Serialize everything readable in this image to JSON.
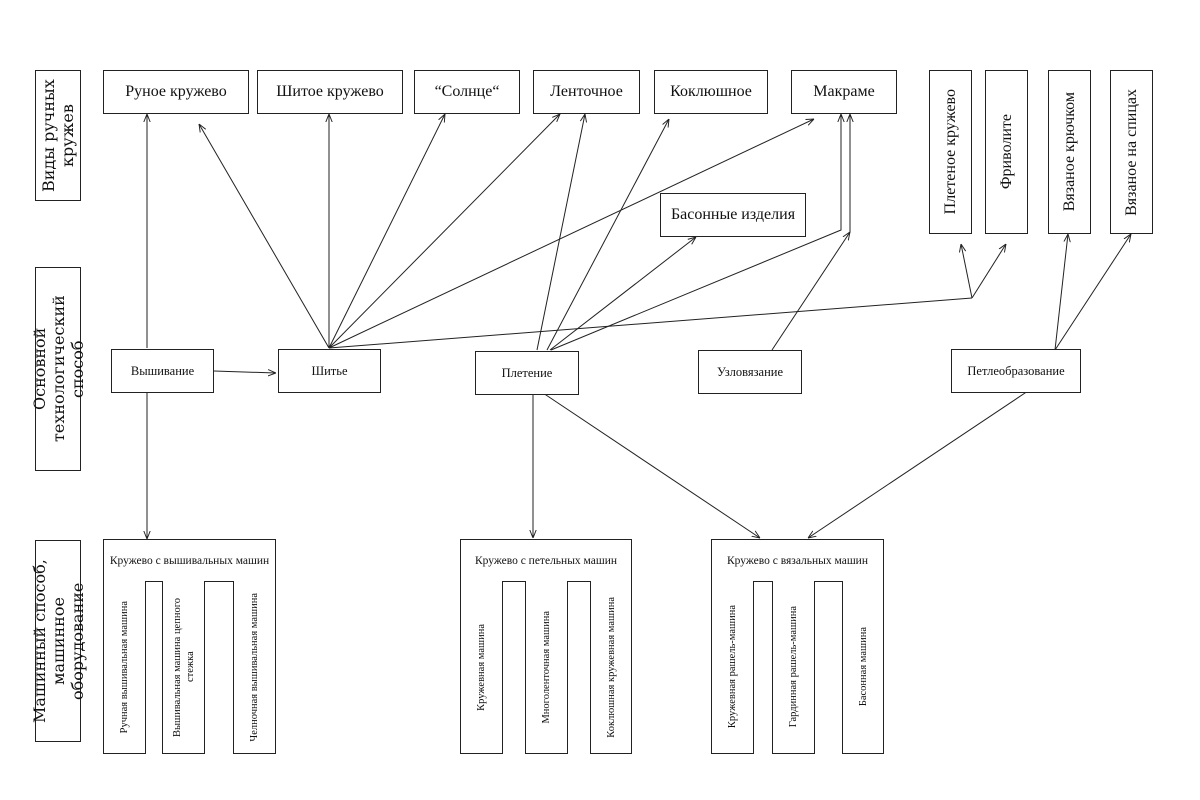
{
  "row_labels": {
    "types": "Виды ручных кружев",
    "technology": "Основной технологический способ",
    "machine": "Машинный способ, машинное оборудование"
  },
  "lace_types": {
    "runoe": "Руное кружево",
    "shitoe": "Шитое кружево",
    "solntse": "“Солнце“",
    "lentochnoe": "Ленточное",
    "koklyushnoe": "Коклюшное",
    "makrame": "Макраме",
    "pletenoe": "Плетеное кружево",
    "frivolite": "Фриволите",
    "vyazanoe_kryuchkom": "Вязаное крючком",
    "vyazanoe_spitsah": "Вязаное на спицах",
    "basonnye": "Басонные изделия"
  },
  "methods": {
    "vyshivanie": "Вышивание",
    "shitye": "Шитье",
    "pletenie": "Плетение",
    "uzlovyazanie": "Узловязание",
    "petleobrazovanie": "Петлеобразование"
  },
  "machine_groups": [
    {
      "title": "Кружево с вышивальных машин",
      "machines": [
        "Ручная вышивальная машина",
        "Вышивальная машина цепного стежка",
        "Челночная вышивальная машина"
      ]
    },
    {
      "title": "Кружево с петельных машин",
      "machines": [
        "Кружевная машина",
        "Многоленточная машина",
        "Коклюшная кружевная машина"
      ]
    },
    {
      "title": "Кружево с вязальных машин",
      "machines": [
        "Кружевная рашель-машина",
        "Гардинная рашель-машина",
        "Басонная машина"
      ]
    }
  ]
}
